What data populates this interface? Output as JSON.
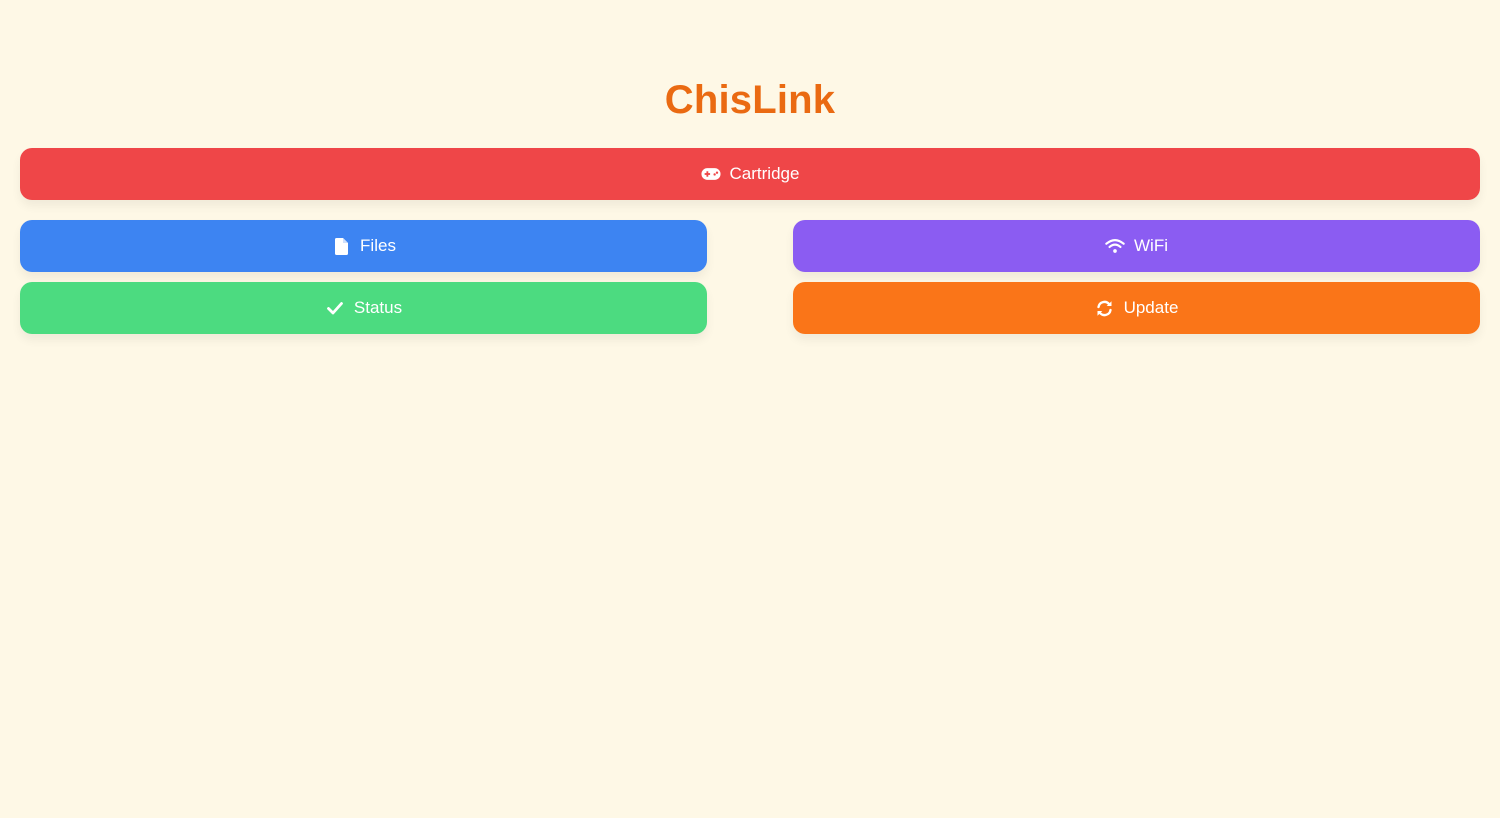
{
  "app": {
    "title": "ChisLink"
  },
  "colors": {
    "background": "#fef8e6",
    "title": "#ea6a12",
    "cartridge": "#ef4648",
    "files": "#3d84f2",
    "wifi": "#8b5cf2",
    "status": "#4cdb80",
    "update": "#fa7518"
  },
  "buttons": {
    "cartridge": {
      "label": "Cartridge",
      "icon": "gamepad-icon"
    },
    "files": {
      "label": "Files",
      "icon": "file-icon"
    },
    "wifi": {
      "label": "WiFi",
      "icon": "wifi-icon"
    },
    "status": {
      "label": "Status",
      "icon": "check-icon"
    },
    "update": {
      "label": "Update",
      "icon": "refresh-icon"
    }
  }
}
